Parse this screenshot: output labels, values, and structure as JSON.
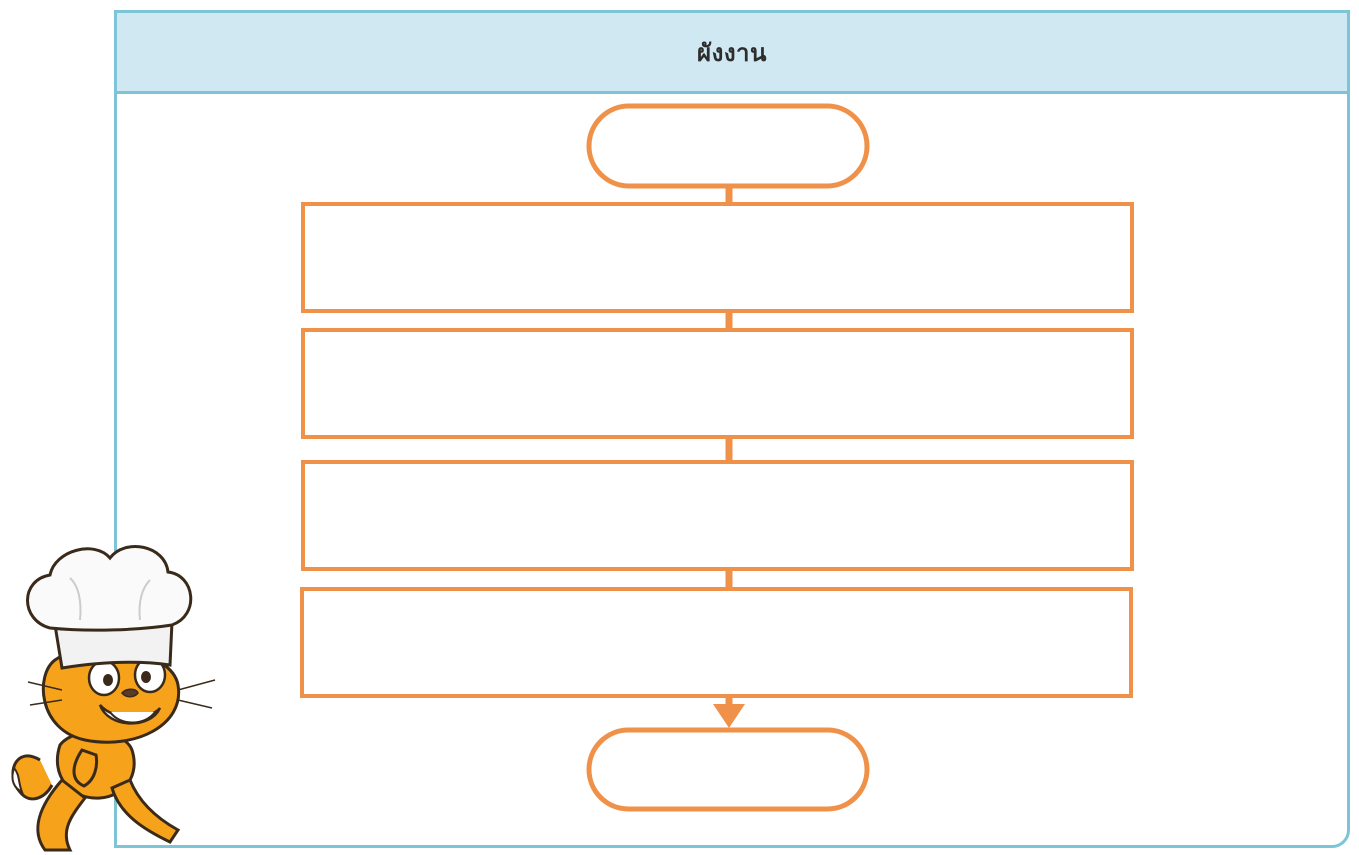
{
  "header": {
    "title": "ผังงาน"
  },
  "flowchart": {
    "nodes": [
      {
        "id": "start",
        "shape": "terminator",
        "label": ""
      },
      {
        "id": "step-1",
        "shape": "process",
        "label": ""
      },
      {
        "id": "step-2",
        "shape": "process",
        "label": ""
      },
      {
        "id": "step-3",
        "shape": "process",
        "label": ""
      },
      {
        "id": "step-4",
        "shape": "process",
        "label": ""
      },
      {
        "id": "end",
        "shape": "terminator",
        "label": ""
      }
    ],
    "edges": [
      {
        "from": "start",
        "to": "step-1"
      },
      {
        "from": "step-1",
        "to": "step-2"
      },
      {
        "from": "step-2",
        "to": "step-3"
      },
      {
        "from": "step-3",
        "to": "step-4"
      },
      {
        "from": "step-4",
        "to": "end",
        "arrow": true
      }
    ]
  },
  "colors": {
    "frame_border": "#7cc4d6",
    "header_fill": "#cfe8f1",
    "shape_stroke": "#f0914a"
  },
  "decoration": {
    "mascot": "scratch-cat-chef-icon"
  }
}
